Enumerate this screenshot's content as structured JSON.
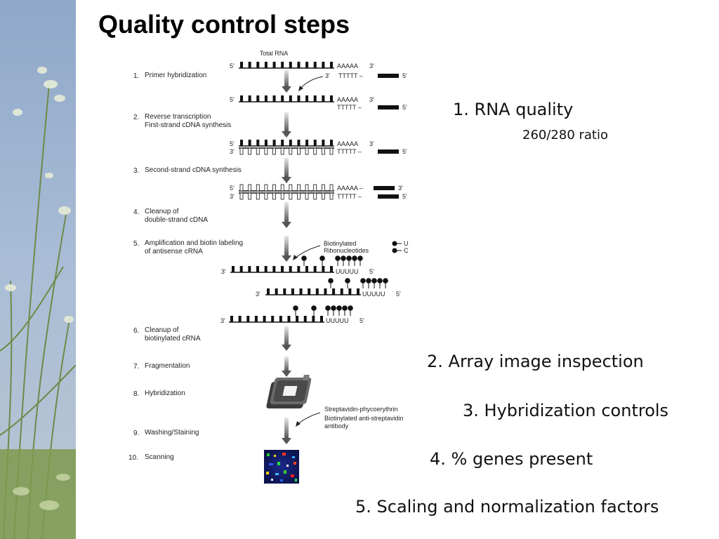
{
  "slide": {
    "title": "Quality control steps"
  },
  "diagram": {
    "top_label": "Total RNA",
    "steps": [
      {
        "num": "1.",
        "lines": [
          "Primer hybridization"
        ]
      },
      {
        "num": "2.",
        "lines": [
          "Reverse transcription",
          "First-strand cDNA synthesis"
        ]
      },
      {
        "num": "3.",
        "lines": [
          "Second-strand cDNA synthesis"
        ]
      },
      {
        "num": "4.",
        "lines": [
          "Cleanup of",
          "double-strand cDNA"
        ]
      },
      {
        "num": "5.",
        "lines": [
          "Amplification and biotin labeling",
          "of antisense cRNA"
        ]
      },
      {
        "num": "6.",
        "lines": [
          "Cleanup of",
          "biotinylated cRNA"
        ]
      },
      {
        "num": "7.",
        "lines": [
          "Fragmentation"
        ]
      },
      {
        "num": "8.",
        "lines": [
          "Hybridization"
        ]
      },
      {
        "num": "9.",
        "lines": [
          "Washing/Staining"
        ]
      },
      {
        "num": "10.",
        "lines": [
          "Scanning"
        ]
      }
    ],
    "end5": "5'",
    "end3": "3'",
    "polyA": "AAAAA",
    "polyT": "TTTTT",
    "polyU": "UUUUU",
    "dash": "–",
    "biotin_label": [
      "Biotinylated",
      "Ribonucleotides"
    ],
    "legend_u": "U",
    "legend_c": "C",
    "stain_label": [
      "Streptavidin-phycoerythrin",
      "Biotinylated anti-streptavidin",
      "antibody"
    ]
  },
  "qc_items": [
    {
      "text": "1. RNA quality",
      "sub": "260/280 ratio"
    },
    {
      "text": "2. Array image inspection"
    },
    {
      "text": "3. Hybridization controls"
    },
    {
      "text": "4. % genes present"
    },
    {
      "text": "5. Scaling and normalization factors"
    }
  ]
}
